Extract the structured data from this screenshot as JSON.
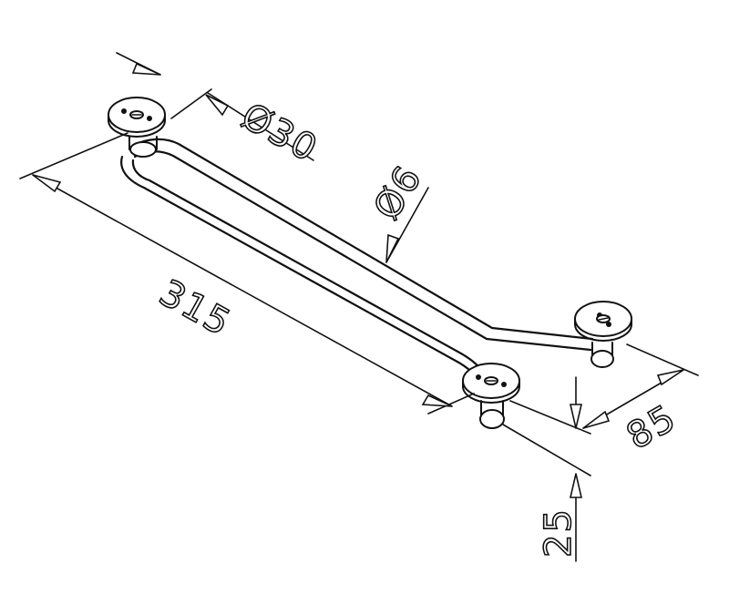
{
  "dimensions": {
    "length": "315",
    "plate_diameter": "Ø30",
    "rod_diameter": "Ø6",
    "depth": "85",
    "height": "25"
  },
  "colors": {
    "line": "#111111",
    "background": "#ffffff"
  }
}
